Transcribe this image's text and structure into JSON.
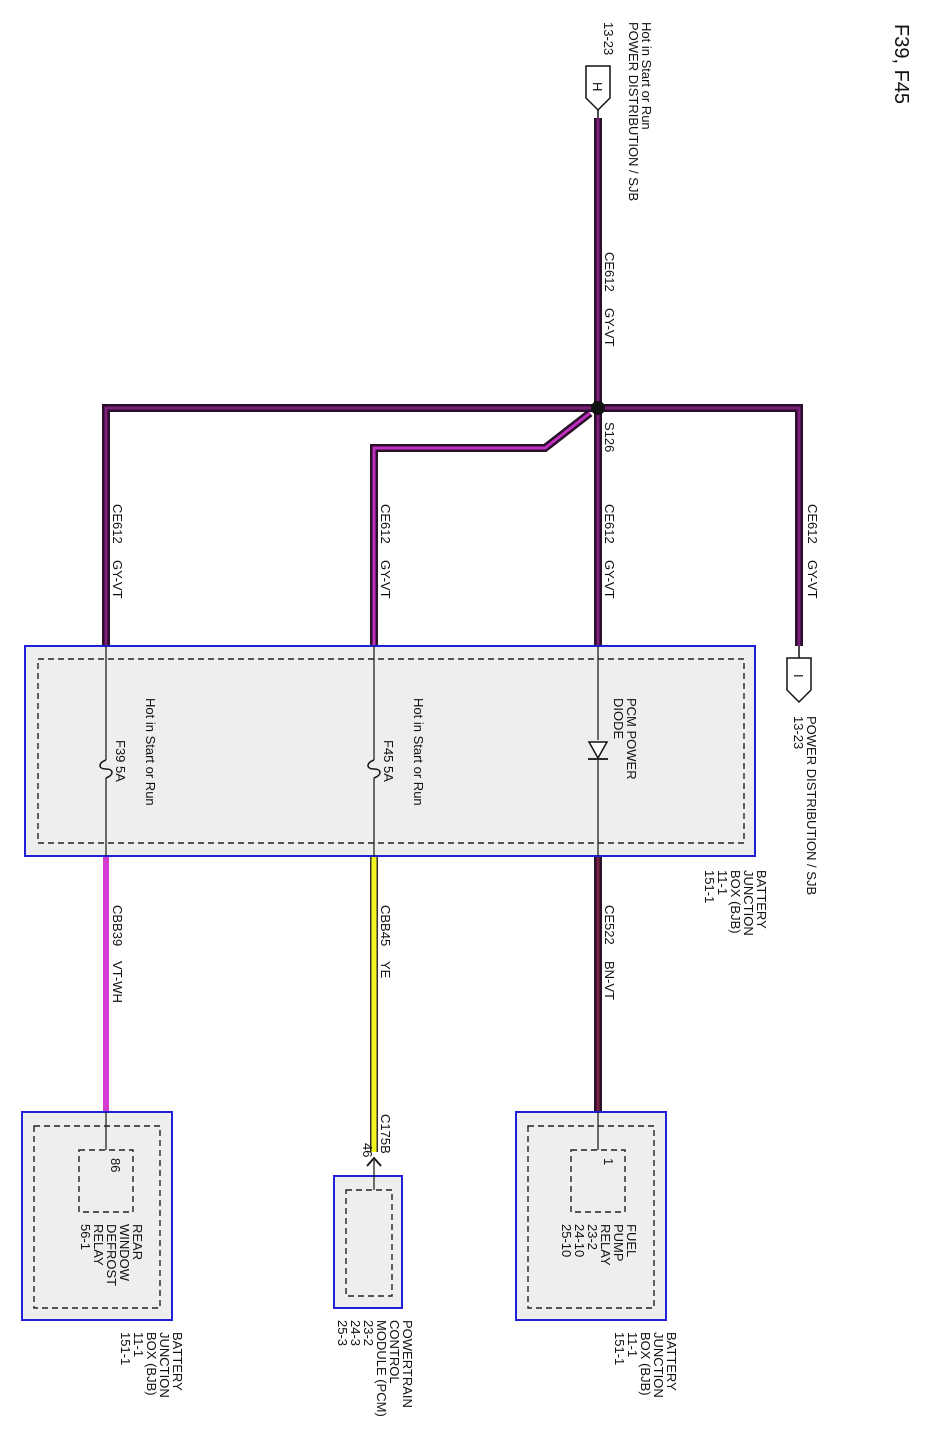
{
  "title": "F39, F45",
  "colors": {
    "gy_vt_core": "#7a1f7a",
    "gy_vt_edge": "#2a0f2a",
    "bn_vt_core": "#7a2340",
    "vt_wh": "#d43ad4",
    "ye": "#f4f41e",
    "box_border": "#1f1fd6",
    "box_fill": "#eeeeee"
  },
  "top_connector": {
    "pin": "H",
    "lines": [
      "Hot in Start or Run",
      "POWER DISTRIBUTION / SJB",
      "13-23"
    ]
  },
  "right_connector": {
    "pin": "I",
    "lines": [
      "POWER DISTRIBUTION / SJB",
      "13-23"
    ]
  },
  "splice": "S126",
  "wires": {
    "main": {
      "circuit": "CE612",
      "color": "GY-VT"
    },
    "right": {
      "circuit": "CE612",
      "color": "GY-VT"
    },
    "diode": {
      "circuit": "CE612",
      "color": "GY-VT"
    },
    "f45": {
      "circuit": "CE612",
      "color": "GY-VT"
    },
    "f39": {
      "circuit": "CE612",
      "color": "GY-VT"
    },
    "fuel_out": {
      "circuit": "CE522",
      "color": "BN-VT"
    },
    "pcm_out": {
      "circuit": "CBB45",
      "color": "YE"
    },
    "defrost_out": {
      "circuit": "CBB39",
      "color": "VT-WH"
    }
  },
  "bjb": {
    "diode": [
      "PCM POWER",
      "DIODE"
    ],
    "f45": [
      "Hot in Start or Run",
      "F45  5A"
    ],
    "f39": [
      "Hot in Start or Run",
      "F39  5A"
    ],
    "label": [
      "BATTERY",
      "JUNCTION",
      "BOX (BJB)",
      "11-1",
      "151-1"
    ]
  },
  "fuel_pump_relay": {
    "pin": "1",
    "name": [
      "FUEL",
      "PUMP",
      "RELAY",
      "23-2",
      "24-10",
      "25-10"
    ],
    "box_label": [
      "BATTERY",
      "JUNCTION",
      "BOX (BJB)",
      "11-1",
      "151-1"
    ]
  },
  "pcm": {
    "connector": "C175B",
    "pin": "46",
    "label": [
      "POWERTRAIN",
      "CONTROL",
      "MODULE (PCM)",
      "23-2",
      "24-3",
      "25-3"
    ]
  },
  "defrost_relay": {
    "pin": "86",
    "name": [
      "REAR",
      "WINDOW",
      "DEFROST",
      "RELAY",
      "56-1"
    ],
    "box_label": [
      "BATTERY",
      "JUNCTION",
      "BOX (BJB)",
      "11-1",
      "151-1"
    ]
  }
}
